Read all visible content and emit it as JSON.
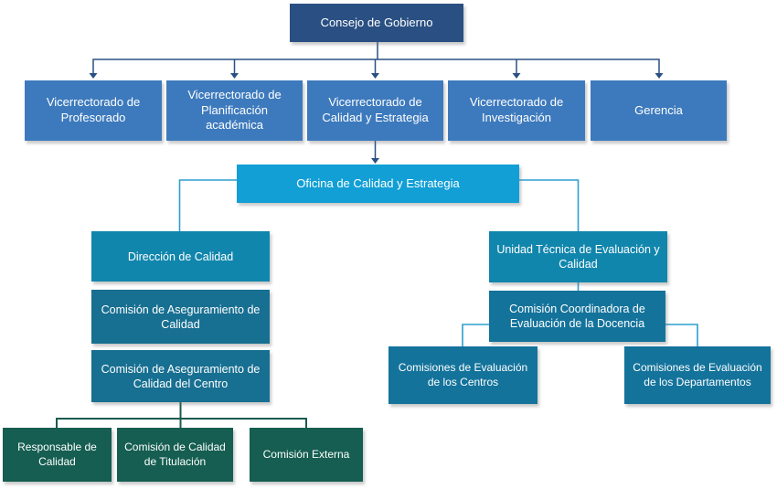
{
  "diagram_type": "org-chart",
  "palette": {
    "root": "#2a5083",
    "vicerrectorados": "#3d7abd",
    "office": "#119fd5",
    "branch_heads": "#1186ad",
    "committees": "#176f91",
    "evaluation": "#14739b",
    "leaves_green": "#155e51",
    "connector_navy": "#2a5083",
    "connector_cyan": "#2e9fce",
    "connector_green": "#1a5b4e"
  },
  "org": {
    "root": {
      "label": "Consejo de Gobierno"
    },
    "level2": [
      {
        "label": "Vicerrectorado de Profesorado"
      },
      {
        "label": "Vicerrectorado de Planificación académica"
      },
      {
        "label": "Vicerrectorado de Calidad y Estrategia"
      },
      {
        "label": "Vicerrectorado de Investigación"
      },
      {
        "label": "Gerencia"
      }
    ],
    "office": {
      "label": "Oficina de Calidad y Estrategia"
    },
    "left_branch": [
      {
        "label": "Dirección de Calidad"
      },
      {
        "label": "Comisión de Aseguramiento de Calidad"
      },
      {
        "label": "Comisión de Aseguramiento de Calidad del Centro"
      }
    ],
    "left_leaves": [
      {
        "label": "Responsable de Calidad"
      },
      {
        "label": "Comisión de Calidad de Titulación"
      },
      {
        "label": "Comisión Externa"
      }
    ],
    "right_branch": [
      {
        "label": "Unidad Técnica de Evaluación y Calidad"
      },
      {
        "label": "Comisión Coordinadora de Evaluación de la Docencia"
      }
    ],
    "right_leaves": [
      {
        "label": "Comisiones de Evaluación de los Centros"
      },
      {
        "label": "Comisiones de Evaluación de los Departamentos"
      }
    ]
  }
}
